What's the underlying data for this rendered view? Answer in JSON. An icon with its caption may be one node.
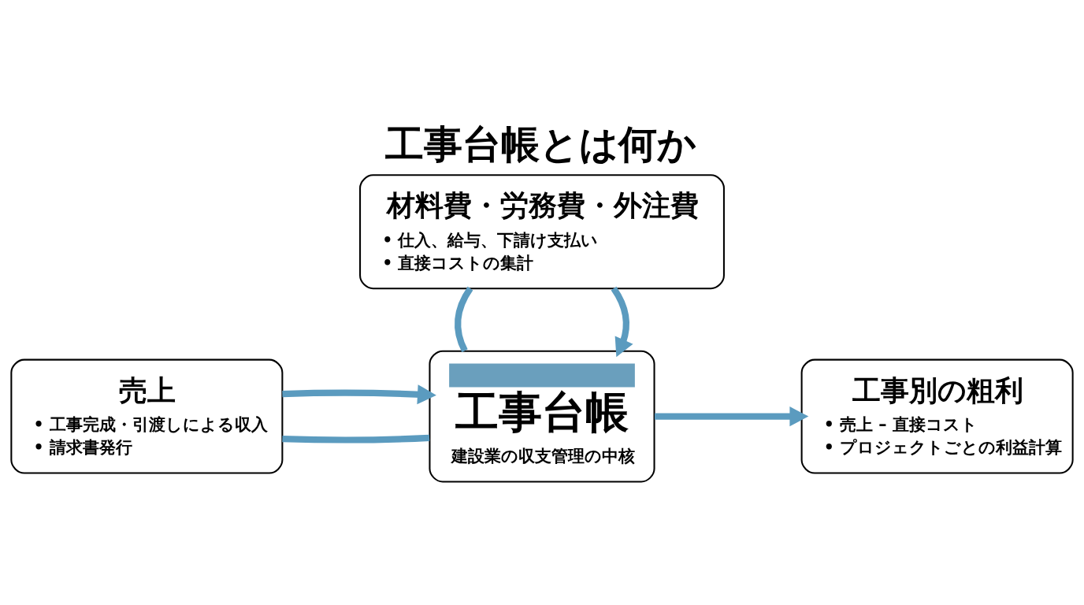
{
  "diagram": {
    "title": "工事台帳とは何か",
    "nodes": [
      {
        "text": [
          "売上",
          "• 工事完成・引渡しによる収入",
          "• 請求書発行"
        ]
      },
      {
        "text": [
          "工事台帳",
          "建設業の収支管理の中核"
        ]
      },
      {
        "text": [
          "工事別の粗利",
          "• 売上 – 直接コスト",
          "• プロジェクトごとの利益計算"
        ]
      },
      {
        "text": [
          "材料費・労務費・外注費",
          "• 仕入、給与、下請け支払い",
          "• 直接コストの集計"
        ]
      }
    ],
    "edges": [
      {
        "from": 0,
        "to": 1,
        "arrow": "none"
      },
      {
        "from": 0,
        "to": 1,
        "arrow": "to"
      },
      {
        "from": 3,
        "to": 1,
        "arrow": "to"
      },
      {
        "from": 1,
        "to": 3,
        "arrow": "none"
      },
      {
        "from": 1,
        "to": 2,
        "arrow": "to"
      }
    ]
  }
}
